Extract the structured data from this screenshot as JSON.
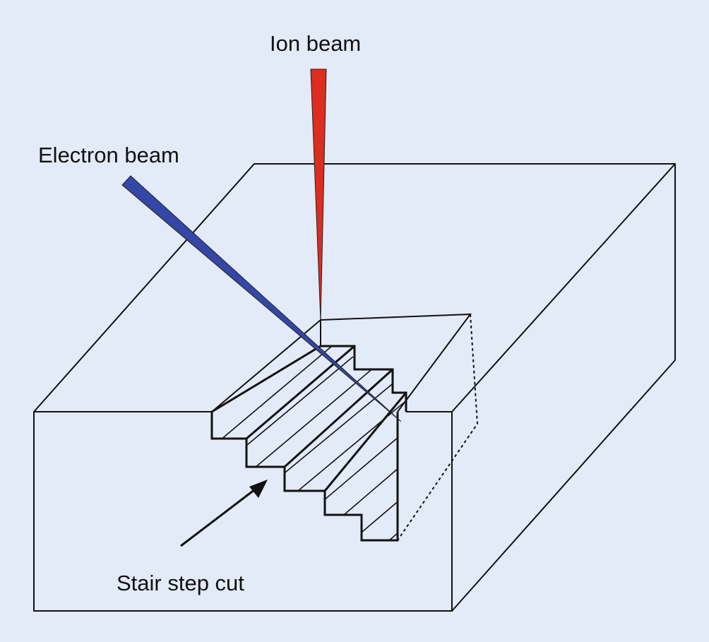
{
  "labels": {
    "ion_beam": "Ion beam",
    "electron_beam": "Electron beam",
    "stair_step_cut": "Stair step cut"
  },
  "colors": {
    "background": "#e3eaf8",
    "ion_beam": "#dc2d20",
    "electron_beam": "#3446a6",
    "outline": "#111111"
  }
}
